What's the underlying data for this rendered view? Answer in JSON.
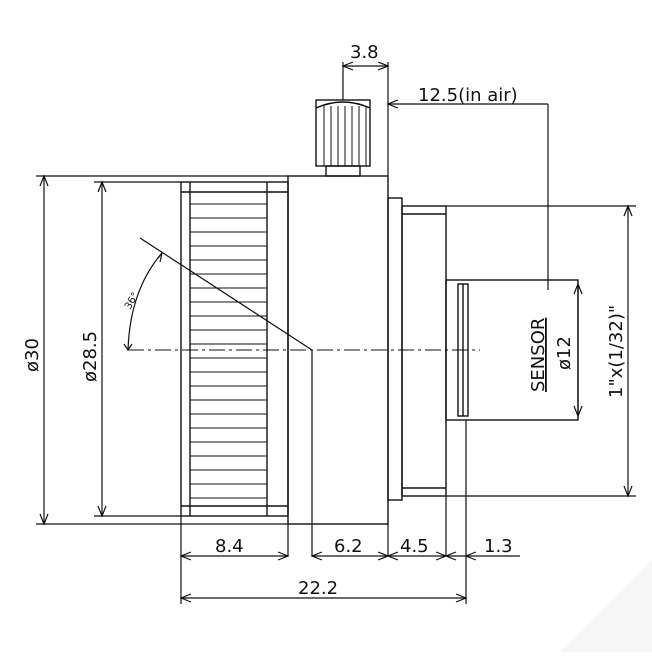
{
  "diagram": {
    "dimensions": {
      "screw_width": "3.8",
      "back_focal": "12.5(in air)",
      "outer_diameter": "ø30",
      "grip_diameter": "ø28.5",
      "knurl_length": "8.4",
      "barrel_length": "6.2",
      "flange_length": "4.5",
      "mount_step": "1.3",
      "total_length": "22.2",
      "sensor_diameter": "ø12",
      "thread": "1\"x(1/32)\""
    },
    "labels": {
      "sensor": "SENSOR",
      "angle": "36°"
    }
  }
}
